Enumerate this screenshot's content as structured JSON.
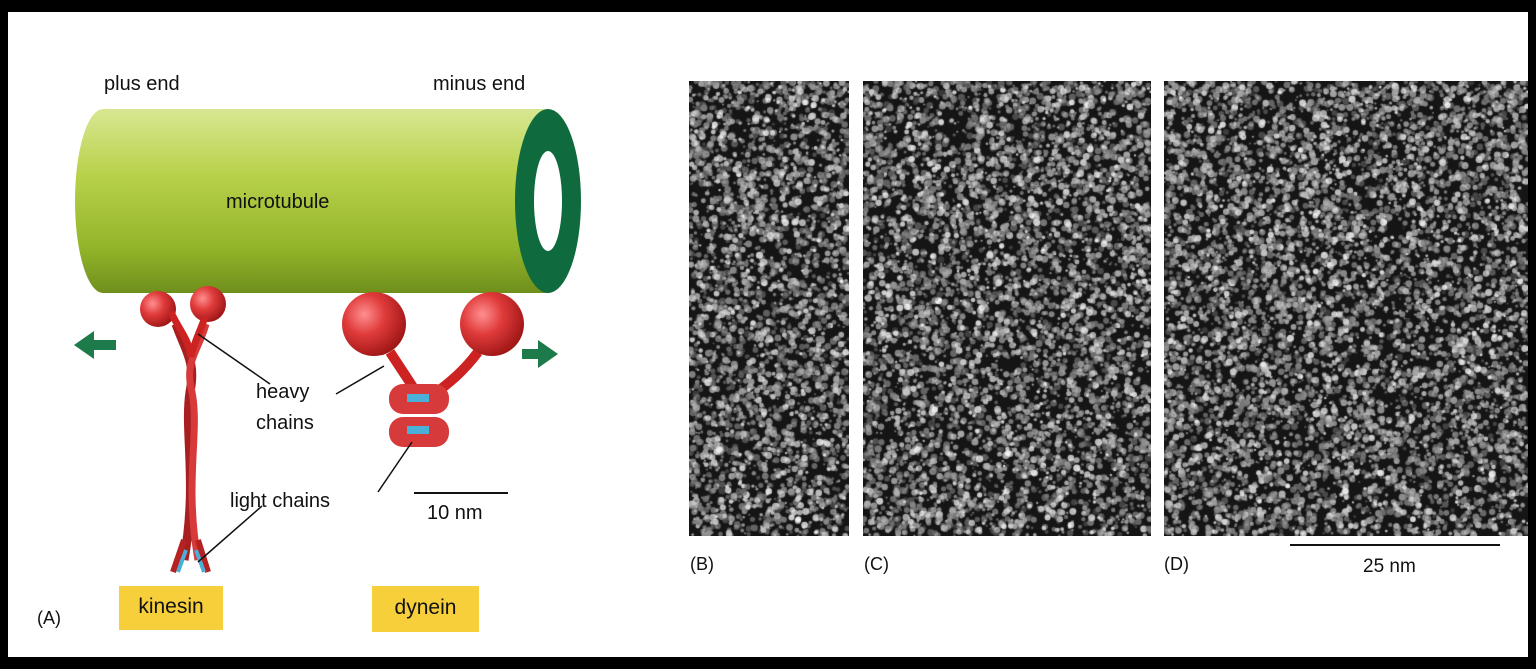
{
  "panel_a": {
    "letter": "(A)",
    "plus_end": "plus end",
    "minus_end": "minus end",
    "microtubule": "microtubule",
    "heavy_chains_1": "heavy",
    "heavy_chains_2": "chains",
    "light_chains": "light chains",
    "scale_10nm": "10 nm",
    "kinesin": "kinesin",
    "dynein": "dynein"
  },
  "panels_em": {
    "b": "(B)",
    "c": "(C)",
    "d": "(D)",
    "scale_25nm": "25 nm"
  },
  "colors": {
    "microtubule": "#b7d24a",
    "microtubule_end": "#0f6b3e",
    "motor_red": "#d93a3a",
    "light_chain_blue": "#4ab0d8",
    "label_yellow": "#f6cf3a",
    "arrow_green": "#1d7a4a"
  }
}
